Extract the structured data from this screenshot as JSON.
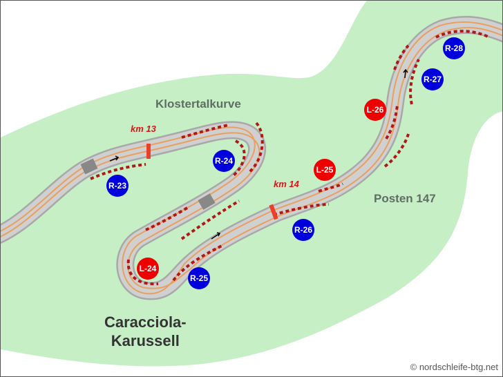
{
  "labels": {
    "klostertalkurve": "Klostertalkurve",
    "posten": "Posten 147",
    "km13": "km 13",
    "km14": "km 14",
    "caracciola_line1": "Caracciola-",
    "caracciola_line2": "Karussell"
  },
  "markers": {
    "r23": "R-23",
    "r24": "R-24",
    "r25": "R-25",
    "r26": "R-26",
    "r27": "R-27",
    "r28": "R-28",
    "l24": "L-24",
    "l25": "L-25",
    "l26": "L-26"
  },
  "copyright": "© nordschleife-btg.net",
  "colors": {
    "green": "#c6efc6",
    "track": "#c8c8c8",
    "racing_line": "#e8a060",
    "right_marker": "#0000dd",
    "left_marker": "#ee0000"
  }
}
